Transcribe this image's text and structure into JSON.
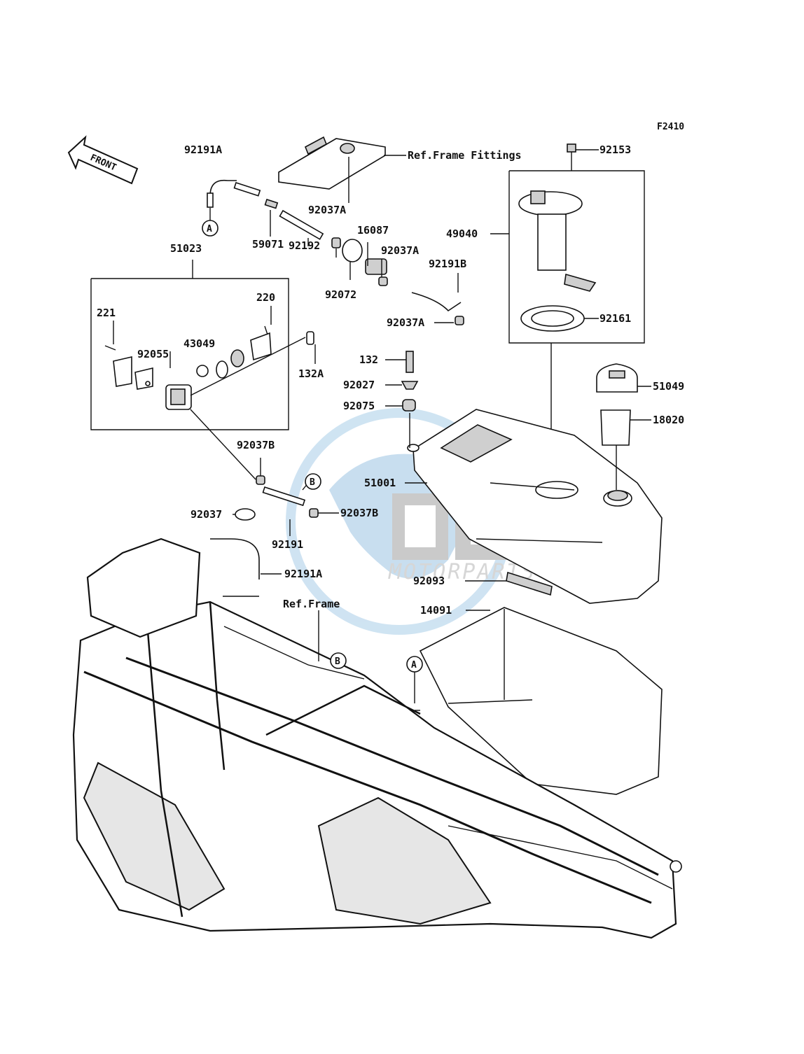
{
  "diagram": {
    "figure_code": "F2410",
    "front_label": "FRONT",
    "watermark": {
      "brand": "OEM",
      "sub": "MOTORPARTS"
    },
    "callouts": {
      "c_92191A_top": "92191A",
      "c_A_top": "A",
      "c_59071": "59071",
      "c_92192": "92192",
      "c_92037A_1": "92037A",
      "c_16087": "16087",
      "c_92037A_2": "92037A",
      "c_92072": "92072",
      "c_92191B": "92191B",
      "c_ref_frame_fittings": "Ref.Frame Fittings",
      "c_92153": "92153",
      "c_49040": "49040",
      "c_92161": "92161",
      "c_92037A_3": "92037A",
      "c_51023": "51023",
      "c_221": "221",
      "c_220": "220",
      "c_92055": "92055",
      "c_43049": "43049",
      "c_132A": "132A",
      "c_132": "132",
      "c_92027": "92027",
      "c_92075": "92075",
      "c_51049": "51049",
      "c_18020": "18020",
      "c_92037B_1": "92037B",
      "c_B_mid": "B",
      "c_51001": "51001",
      "c_92037": "92037",
      "c_92037B_2": "92037B",
      "c_92191": "92191",
      "c_92191A_bot": "92191A",
      "c_92093": "92093",
      "c_ref_frame": "Ref.Frame",
      "c_14091": "14091",
      "c_B_frame": "B",
      "c_A_frame": "A"
    }
  }
}
